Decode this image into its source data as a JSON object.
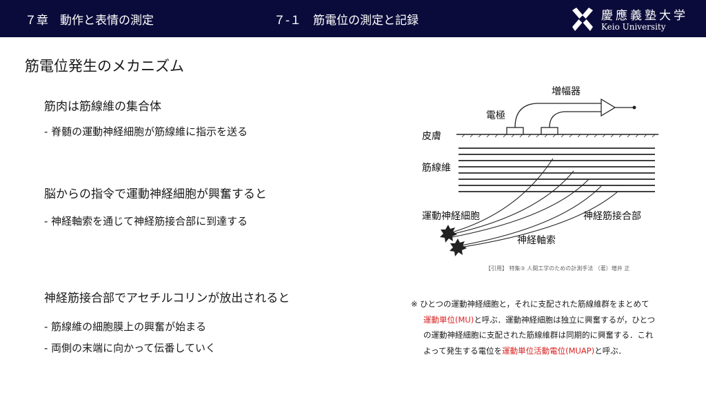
{
  "header": {
    "chapter": "７章　動作と表情の測定",
    "section": "７-１　筋電位の測定と記録",
    "logo_kanji": "慶應義塾大学",
    "logo_en": "Keio University"
  },
  "title": "筋電位発生のメカニズム",
  "bullets": [
    {
      "text": "筋肉は筋線維の集合体",
      "subs": [
        "- 脊髄の運動神経細胞が筋線維に指示を送る"
      ]
    },
    {
      "text": "脳からの指令で運動神経細胞が興奮すると",
      "subs": [
        "- 神経軸索を通じて神経筋接合部に到達する"
      ]
    },
    {
      "text": "神経筋接合部でアセチルコリンが放出されると",
      "subs": [
        "- 筋線維の細胞膜上の興奮が始まる",
        "- 両側の末端に向かって伝番していく"
      ]
    }
  ],
  "figure": {
    "labels": {
      "amplifier": "増幅器",
      "electrode": "電極",
      "skin": "皮膚",
      "muscle_fiber": "筋線維",
      "motor_neuron": "運動神経細胞",
      "nmj": "神経筋接合部",
      "axon": "神経軸索"
    },
    "citation": "【引用】 特集③ 人間工学のための計測手法 （著）増井 正"
  },
  "note": {
    "l1": "※ ひとつの運動神経細胞と，それに支配された筋線維群をまとめて",
    "l2_red": "運動単位(MU)",
    "l2_rest": "と呼ぶ．運動神経細胞は独立に興奮するが，ひとつ",
    "l3": "の運動神経細胞に支配された筋線維群は同期的に興奮する．これ",
    "l4_pre": "よって発生する電位を",
    "l4_red": "運動単位活動電位(MUAP)",
    "l4_post": "と呼ぶ．"
  },
  "colors": {
    "header_bg": "#0b0b3b",
    "accent_red": "#d92020"
  }
}
